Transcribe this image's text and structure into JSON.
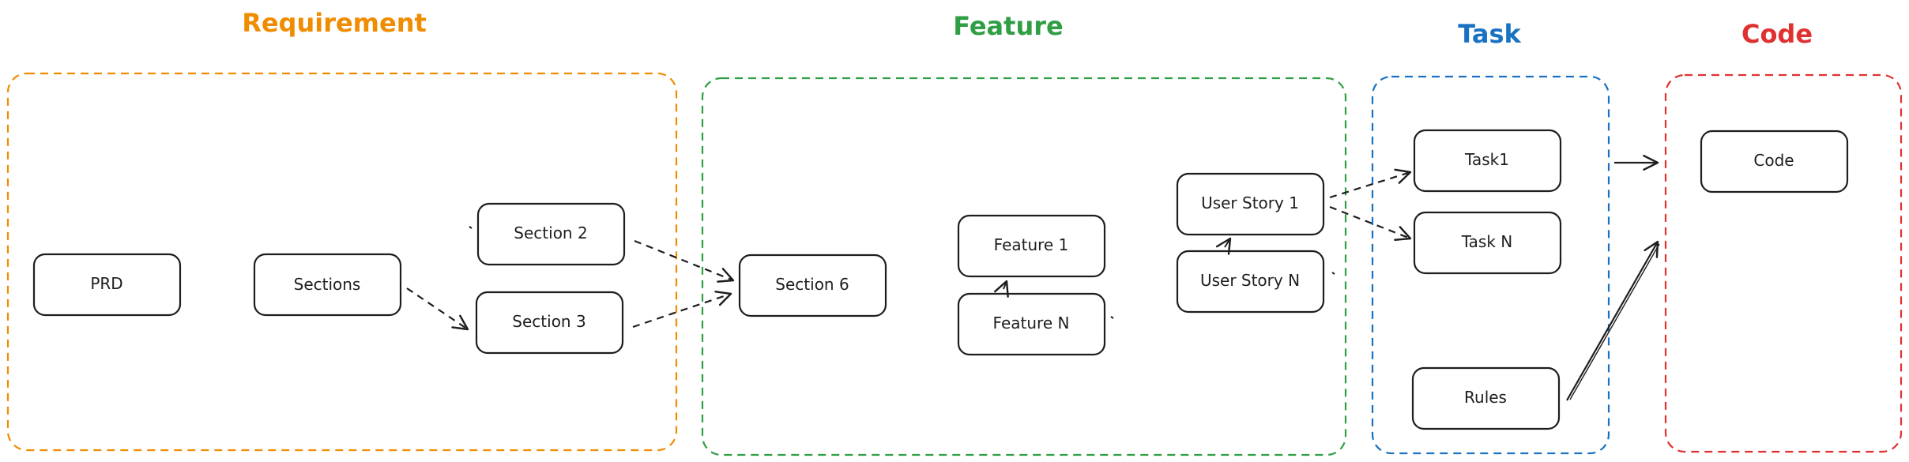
{
  "groups": {
    "requirement": {
      "title": "Requirement",
      "color": "#f08c00"
    },
    "feature": {
      "title": "Feature",
      "color": "#2f9e44"
    },
    "task": {
      "title": "Task",
      "color": "#1971c2"
    },
    "code": {
      "title": "Code",
      "color": "#e03131"
    }
  },
  "nodes": {
    "prd": "PRD",
    "sections": "Sections",
    "section2": "Section 2",
    "section3": "Section 3",
    "section6": "Section 6",
    "feature1": "Feature 1",
    "featureN": "Feature N",
    "userStory1": "User Story 1",
    "userStoryN": "User Story N",
    "task1": "Task1",
    "taskN": "Task N",
    "rules": "Rules",
    "code": "Code"
  },
  "colors": {
    "stroke": "#1e1e1e",
    "background": "#ffffff"
  }
}
